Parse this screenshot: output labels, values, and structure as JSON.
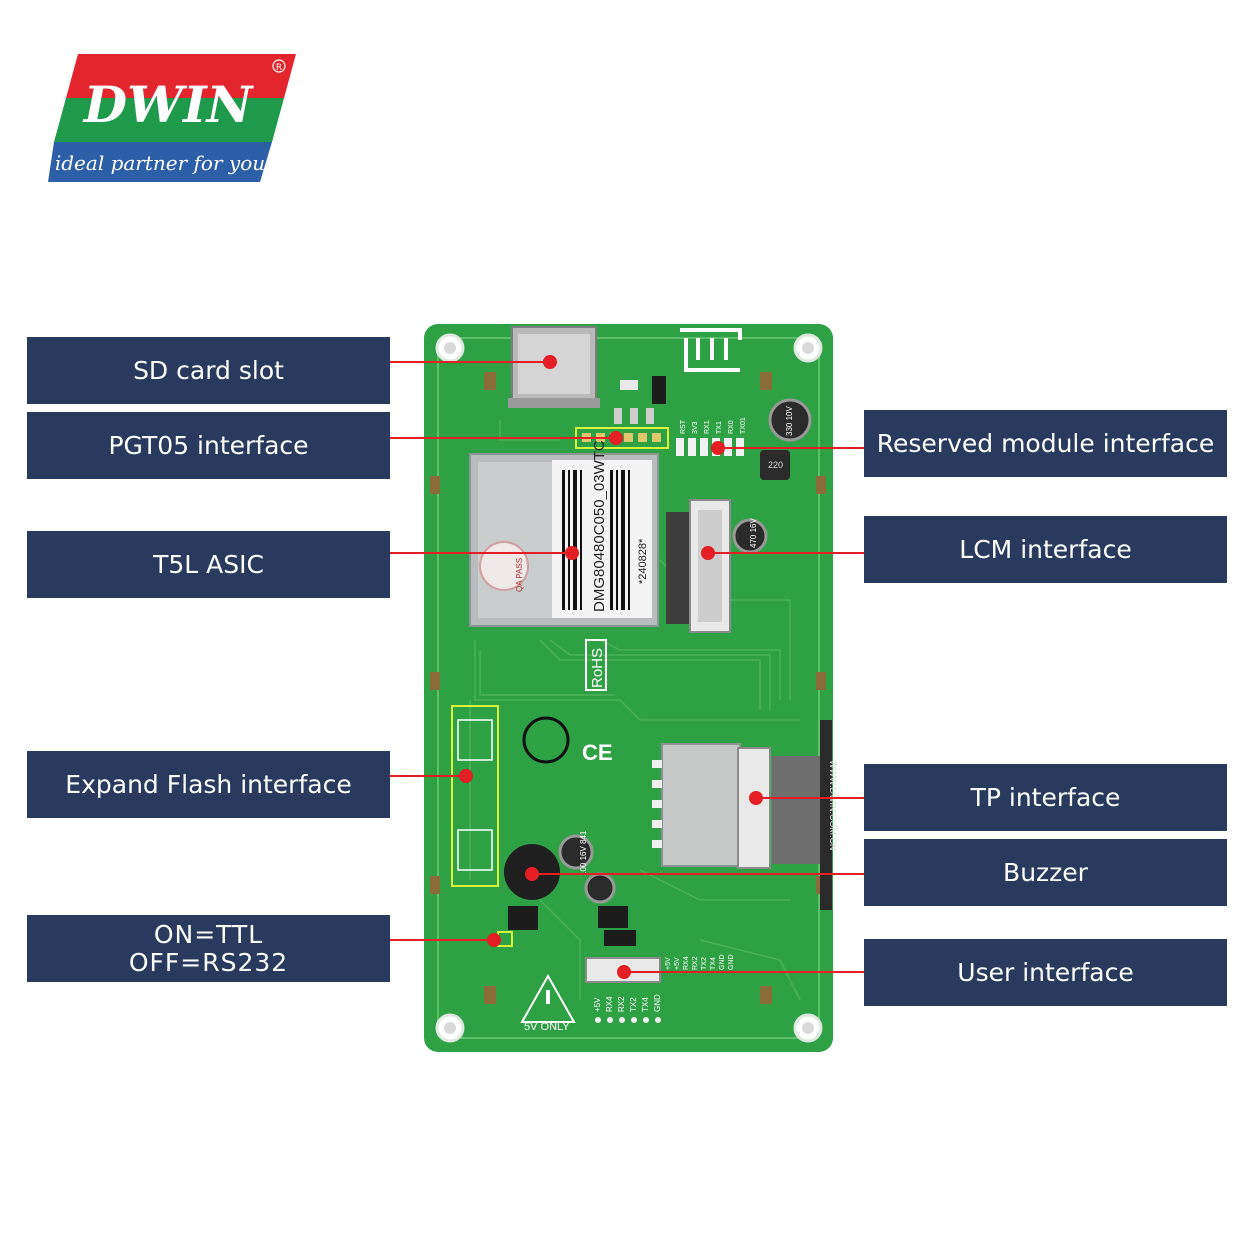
{
  "brand": {
    "name": "DWIN",
    "tagline": "ideal partner for you",
    "colors": {
      "red": "#e3262d",
      "green": "#1f9a4a",
      "blue": "#2d5ea8"
    }
  },
  "board": {
    "silkscreen": {
      "module_id": "DMG80480C050_03WTC",
      "date_code": "*240828*",
      "qa": "QA PASS",
      "rohs": "RoHS",
      "ce": "CE",
      "warning": "5V ONLY",
      "watermark": "WWW.DWIN.COM.CN",
      "user_pins": [
        "+5V",
        "RX4",
        "RX2",
        "TX2",
        "TX4",
        "GND"
      ],
      "user_pins_top": [
        "+5V",
        "+5V",
        "RX4",
        "RX2",
        "TX2",
        "TX4",
        "GND",
        "GND"
      ],
      "module_pins": [
        "TX01",
        "RX0",
        "TX1",
        "RX1",
        "3V3",
        "RST"
      ],
      "cap_1": "100 16V 841",
      "cap_2": "330 10V",
      "cap_3": "470 16V",
      "inductor": "220"
    },
    "colors": {
      "pcb": "#2fa145",
      "pcb_dark": "#23873a",
      "trace": "#5fc06a",
      "callout": "#e31e24",
      "label_bg": "#293a5e"
    }
  },
  "labels": {
    "sd_card": "SD card slot",
    "pgt05": "PGT05 interface",
    "t5l": "T5L ASIC",
    "expand_flash": "Expand Flash interface",
    "ttl_on": "ON=TTL",
    "ttl_off": "OFF=RS232",
    "reserved_module": "Reserved module interface",
    "lcm": "LCM interface",
    "tp": "TP interface",
    "buzzer": "Buzzer",
    "user": "User interface"
  }
}
